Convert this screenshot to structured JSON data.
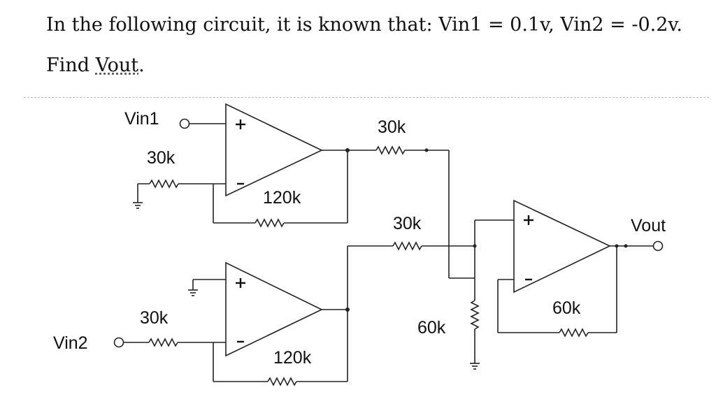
{
  "problem": {
    "line1": "In the following circuit, it is known that: Vin1 = 0.1v, Vin2 = -0.2v.",
    "line2_prefix": "Find ",
    "line2_vout": "Vout",
    "line2_suffix": "."
  },
  "circuit": {
    "inputs": {
      "vin1": "Vin1",
      "vin2": "Vin2"
    },
    "output": "Vout",
    "resistors": {
      "r_in1_ground": "30k",
      "r_fb1": "120k",
      "r_in2": "30k",
      "r_fb2": "120k",
      "r_sum1": "30k",
      "r_sum2": "30k",
      "r_ground3": "60k",
      "r_fb3": "60k"
    },
    "opamp_terminals": {
      "plus": "+",
      "minus": "-"
    }
  }
}
